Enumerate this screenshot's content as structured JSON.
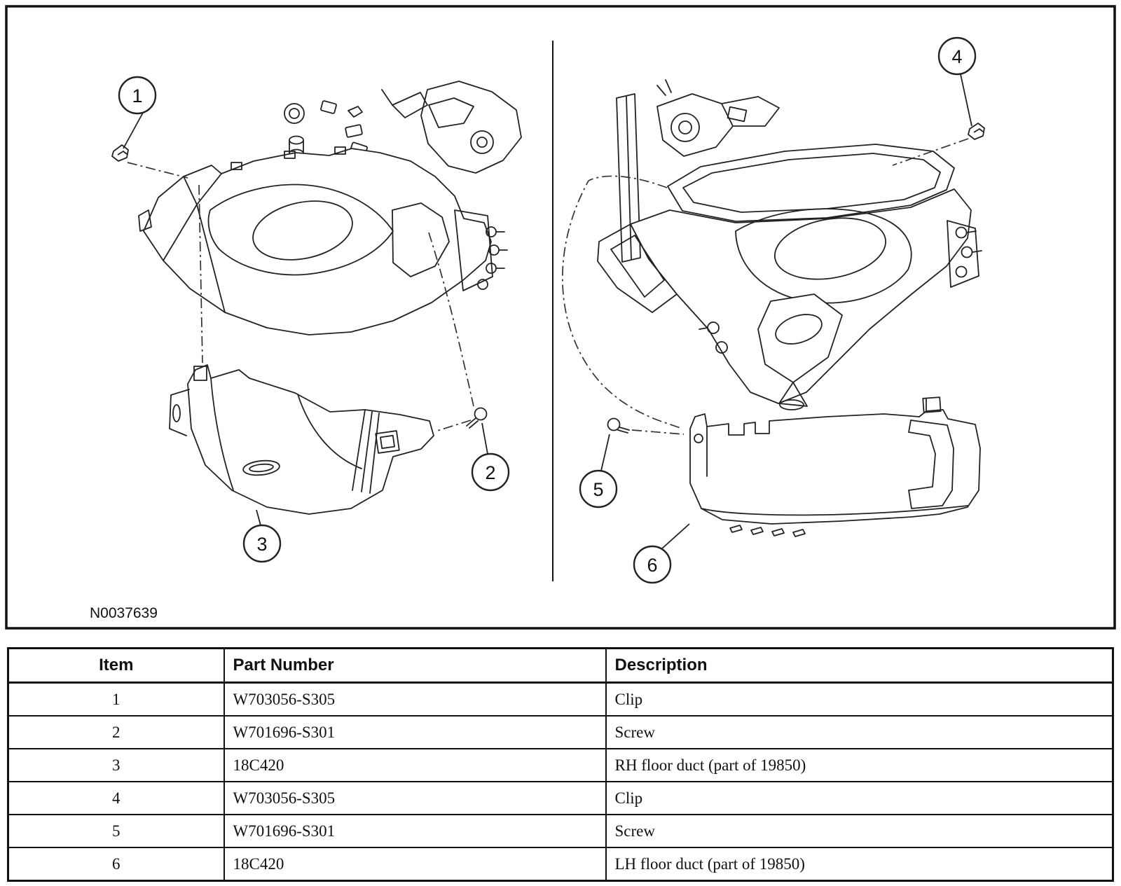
{
  "figure": {
    "id_label": "N0037639",
    "callouts": [
      {
        "n": "1"
      },
      {
        "n": "2"
      },
      {
        "n": "3"
      },
      {
        "n": "4"
      },
      {
        "n": "5"
      },
      {
        "n": "6"
      }
    ]
  },
  "table": {
    "headers": [
      "Item",
      "Part Number",
      "Description"
    ],
    "rows": [
      {
        "item": "1",
        "part": "W703056-S305",
        "desc": "Clip"
      },
      {
        "item": "2",
        "part": "W701696-S301",
        "desc": "Screw"
      },
      {
        "item": "3",
        "part": "18C420",
        "desc": "RH floor duct (part of 19850)"
      },
      {
        "item": "4",
        "part": "W703056-S305",
        "desc": "Clip"
      },
      {
        "item": "5",
        "part": "W701696-S301",
        "desc": "Screw"
      },
      {
        "item": "6",
        "part": "18C420",
        "desc": "LH floor duct (part of 19850)"
      }
    ]
  }
}
